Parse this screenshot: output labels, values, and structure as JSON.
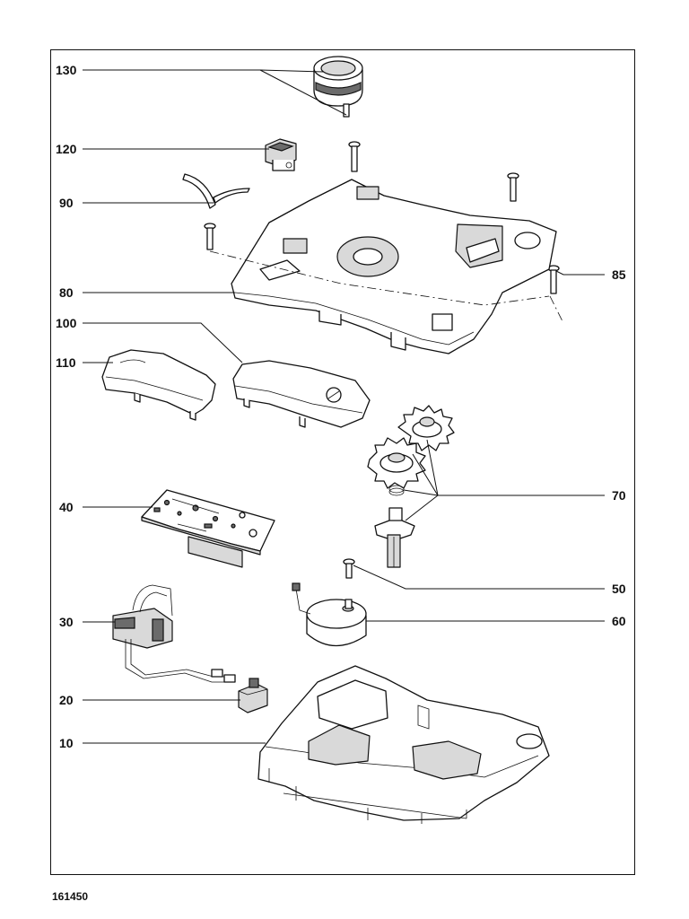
{
  "callouts": {
    "c130": "130",
    "c120": "120",
    "c90": "90",
    "c85": "85",
    "c80": "80",
    "c100": "100",
    "c110": "110",
    "c70": "70",
    "c40": "40",
    "c50": "50",
    "c60": "60",
    "c30": "30",
    "c20": "20",
    "c10": "10"
  },
  "drawing_number": "161450"
}
